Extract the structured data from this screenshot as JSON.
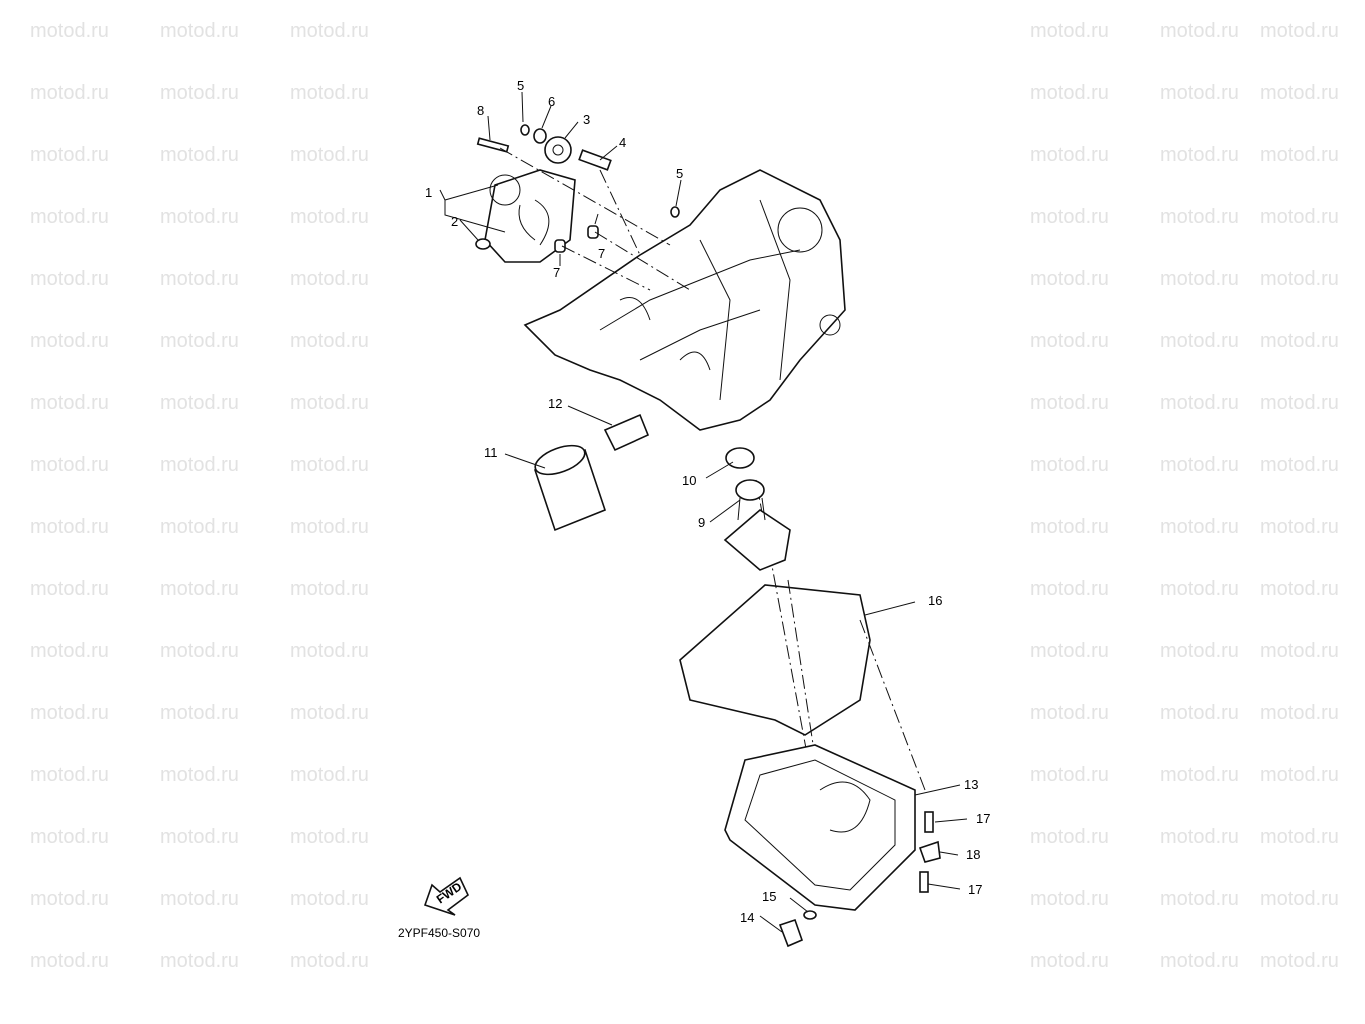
{
  "diagram": {
    "code": "2YPF450-S070",
    "fwd_label": "FWD",
    "watermark": "motod.ru",
    "callouts": [
      {
        "id": "1",
        "label": "1"
      },
      {
        "id": "2",
        "label": "2"
      },
      {
        "id": "3",
        "label": "3"
      },
      {
        "id": "4",
        "label": "4"
      },
      {
        "id": "5a",
        "label": "5"
      },
      {
        "id": "5b",
        "label": "5"
      },
      {
        "id": "6",
        "label": "6"
      },
      {
        "id": "7a",
        "label": "7"
      },
      {
        "id": "7b",
        "label": "7"
      },
      {
        "id": "8",
        "label": "8"
      },
      {
        "id": "9",
        "label": "9"
      },
      {
        "id": "10",
        "label": "10"
      },
      {
        "id": "11",
        "label": "11"
      },
      {
        "id": "12",
        "label": "12"
      },
      {
        "id": "13",
        "label": "13"
      },
      {
        "id": "14",
        "label": "14"
      },
      {
        "id": "15",
        "label": "15"
      },
      {
        "id": "16",
        "label": "16"
      },
      {
        "id": "17a",
        "label": "17"
      },
      {
        "id": "17b",
        "label": "17"
      },
      {
        "id": "18",
        "label": "18"
      }
    ]
  }
}
